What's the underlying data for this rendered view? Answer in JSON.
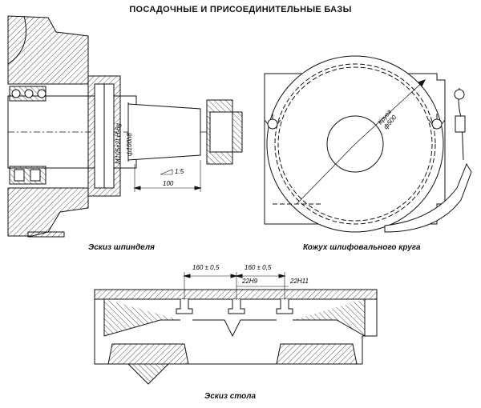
{
  "title": "ПОСАДОЧНЫЕ И ПРИСОЕДИНИТЕЛЬНЫЕ БАЗЫ",
  "captions": {
    "spindle": "Эскиз шпинделя",
    "casing": "Кожух шлифовального круга",
    "table": "Эскиз стола"
  },
  "spindle_labels": {
    "thread": "M105×2LH-6g",
    "diameter": "ф100h8",
    "taper": "1:5",
    "length": "100"
  },
  "casing_labels": {
    "circle": "Круга",
    "diameter": "ф500"
  },
  "table_labels": {
    "pitch_left": "160 ± 0,5",
    "pitch_right": "160 ± 0,5",
    "slot_left": "22H9",
    "slot_right": "22H11"
  }
}
